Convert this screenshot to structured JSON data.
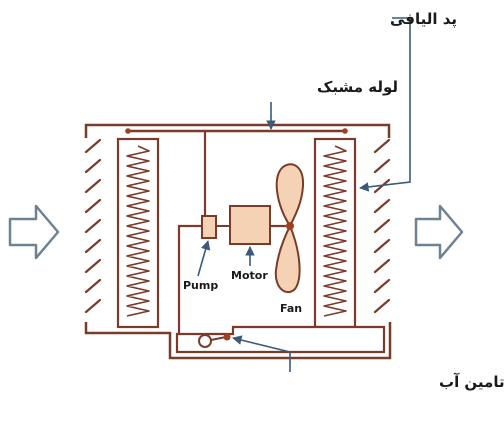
{
  "labels": {
    "pad": "پد الیافی",
    "pipe": "لوله مشبک",
    "pump": "Pump",
    "motor": "Motor",
    "fan": "Fan",
    "tank": "مخزن با شیر شناور برای تامین آب"
  },
  "colors": {
    "stroke": "#7a3b2a",
    "accent": "#a0401e",
    "component_fill": "#f6d2b4",
    "pointer": "#3b5a7a",
    "flow_arrow": "#6f8294",
    "text": "#1a1a1a"
  },
  "icons": {
    "inlet": "arrow-right-outline-icon",
    "outlet": "arrow-right-outline-icon"
  }
}
